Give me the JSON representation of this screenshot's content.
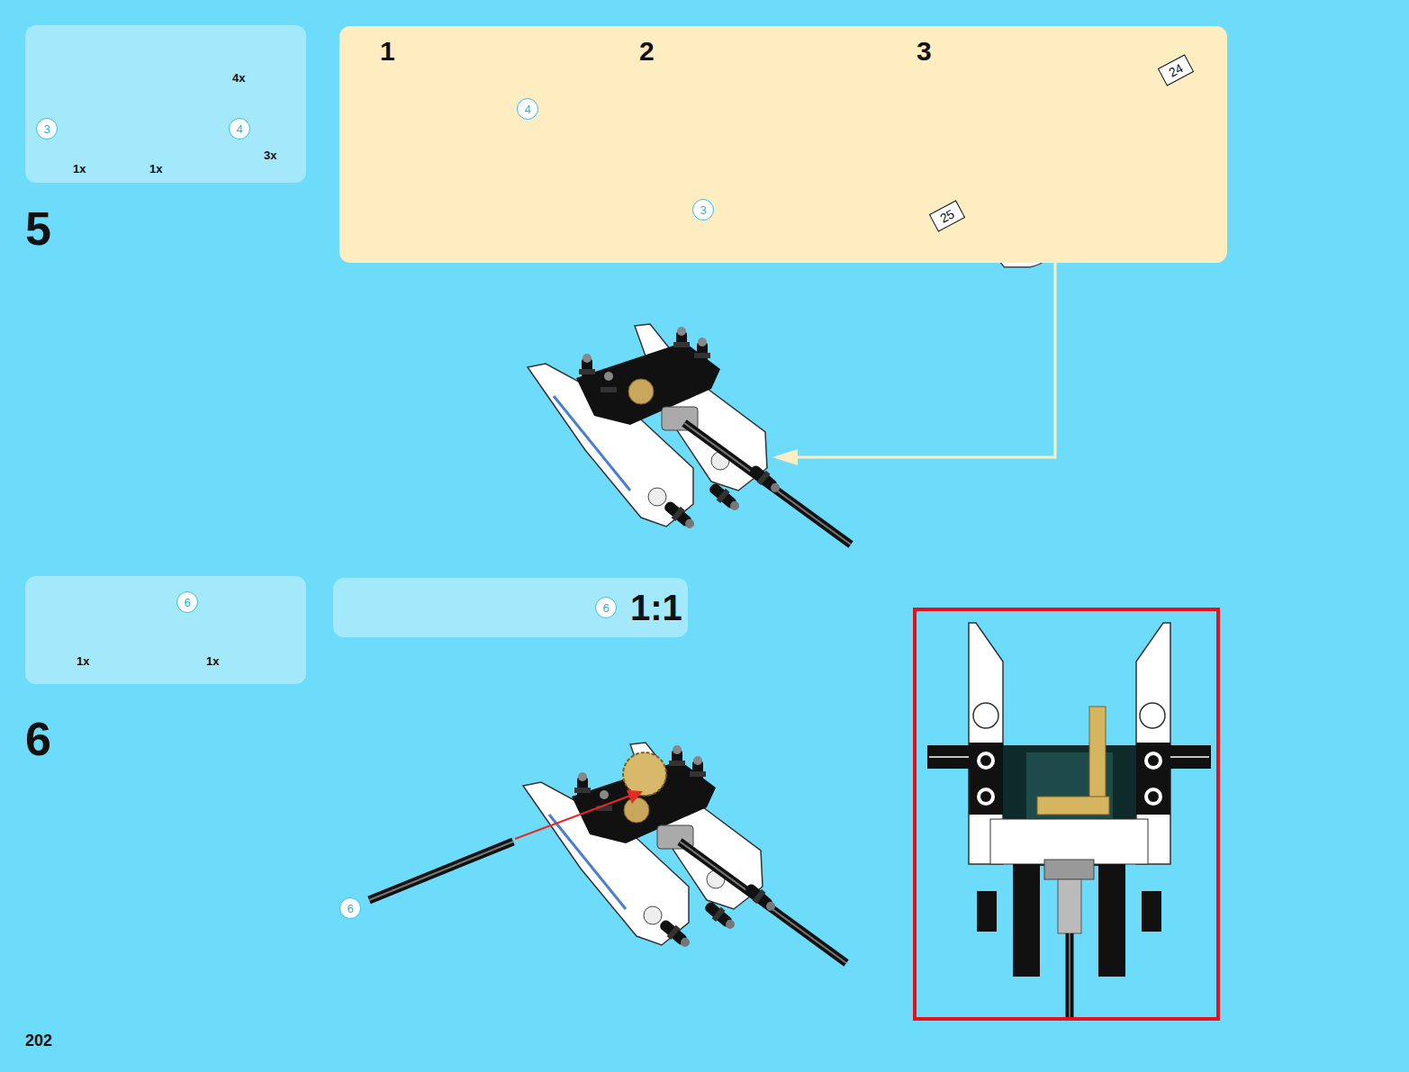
{
  "diagram": {
    "nodes": [
      {
        "text": [
          "4x",
          "1x",
          "1x",
          "3x"
        ]
      },
      {
        "text": [
          "3"
        ],
        "in": 0
      },
      {
        "text": [
          "4"
        ],
        "in": 0
      },
      {
        "text": [
          "1",
          "2",
          "3"
        ]
      },
      {
        "text": [
          "4"
        ],
        "in": 3
      },
      {
        "text": [
          "3"
        ],
        "in": 3
      },
      {
        "text": [
          "24"
        ],
        "in": 3
      },
      {
        "text": [
          "25"
        ],
        "in": 3
      },
      {
        "text": [
          "1x",
          "1x"
        ]
      },
      {
        "text": [
          "6"
        ],
        "in": 8
      },
      {
        "text": [
          "1:1"
        ]
      },
      {
        "text": [
          "6"
        ],
        "in": 10
      },
      {
        "text": [
          "6"
        ]
      }
    ],
    "labels": [
      "5",
      "6",
      "202"
    ]
  }
}
